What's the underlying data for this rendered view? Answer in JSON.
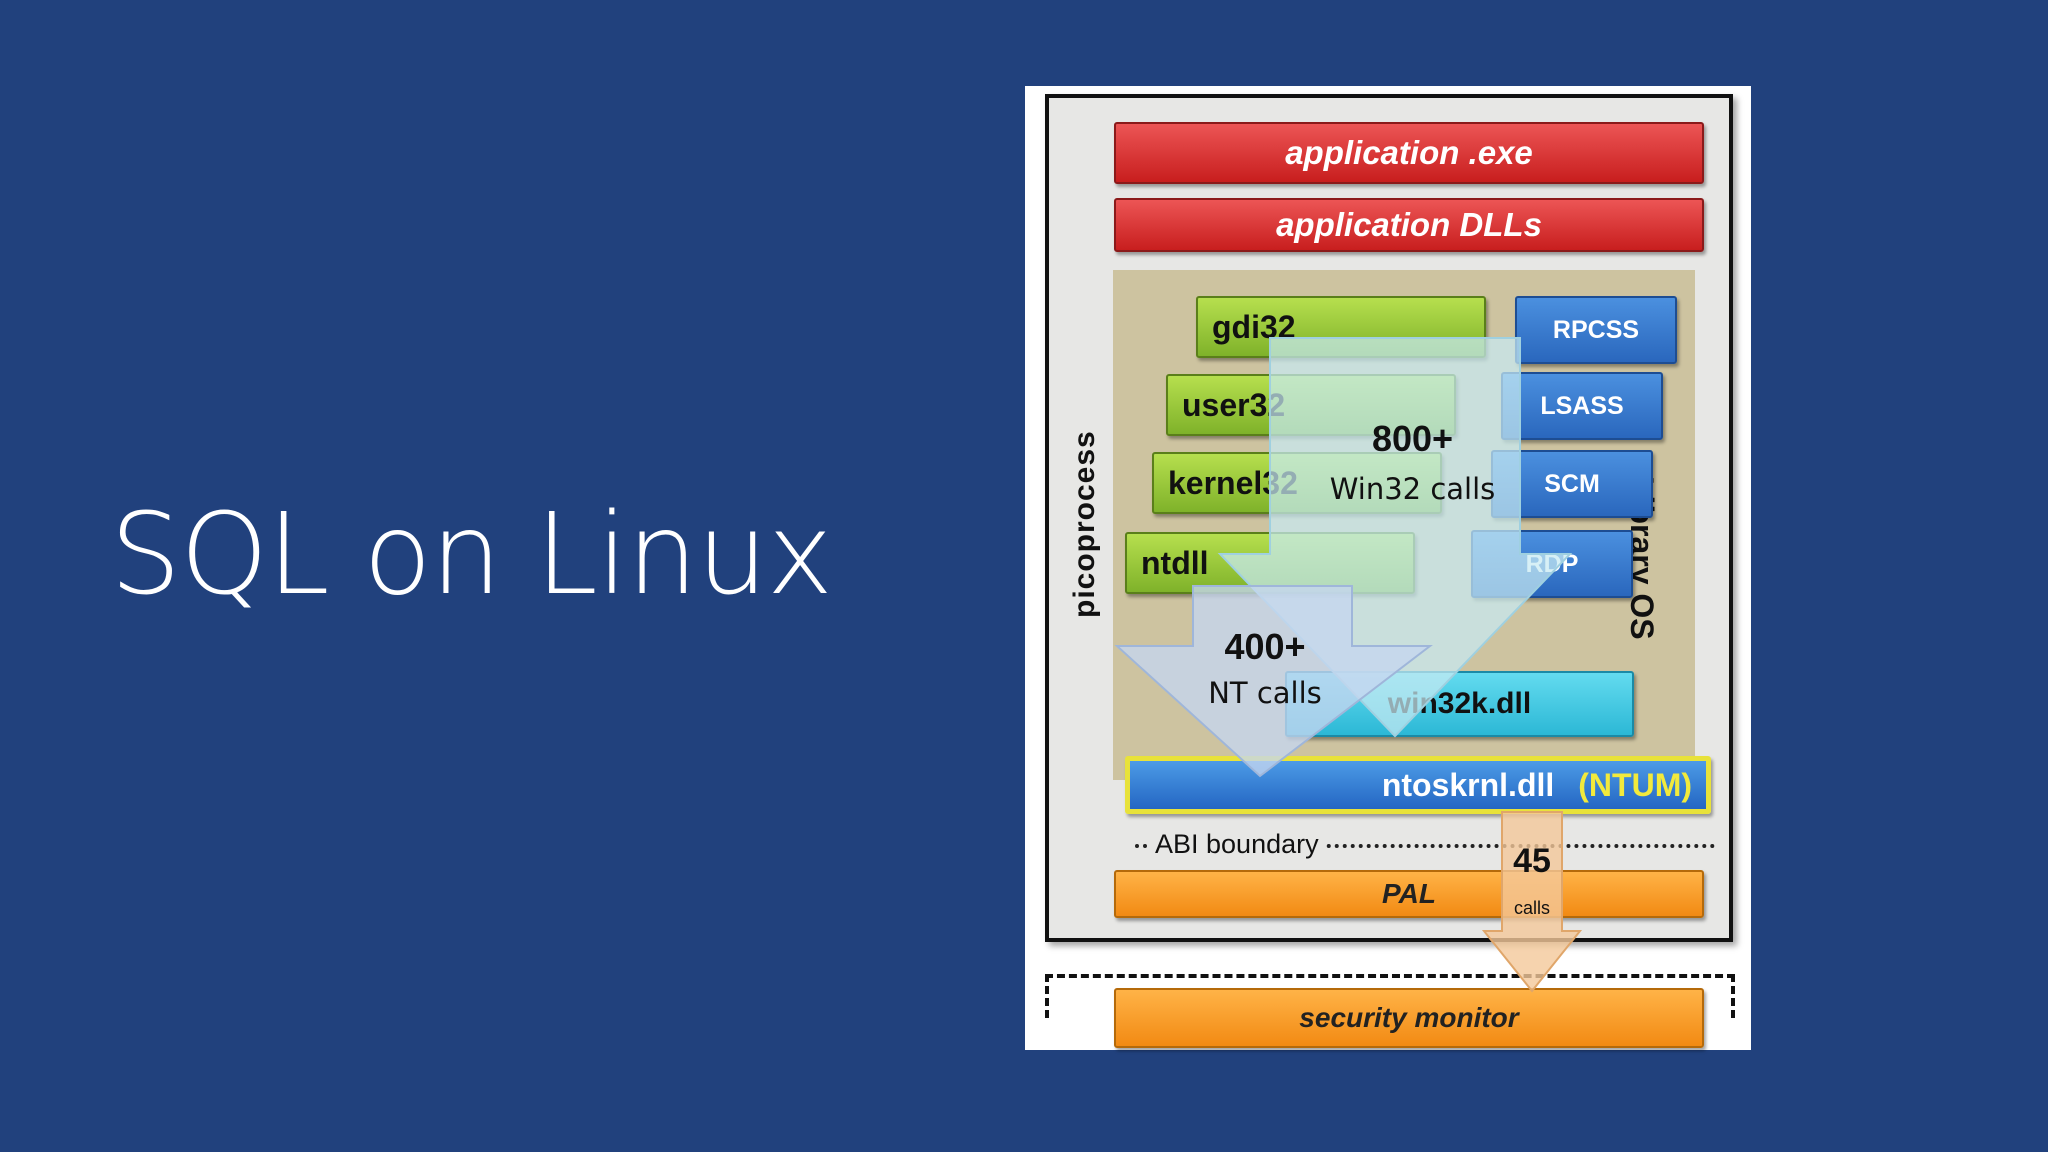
{
  "slide": {
    "title": "SQL on Linux",
    "background": "#21417d"
  },
  "diagram": {
    "app_exe": "application .exe",
    "app_dlls": "application DLLs",
    "picoprocess": "picoprocess",
    "library_os": "Library OS",
    "green_modules": [
      "gdi32",
      "user32",
      "kernel32",
      "ntdll"
    ],
    "services": [
      "RPCSS",
      "LSASS",
      "SCM",
      "RDP"
    ],
    "win32k": "win32k.dll",
    "ntoskrnl": "ntoskrnl.dll",
    "ntum": "(NTUM)",
    "abi": "ABI boundary",
    "pal": "PAL",
    "security_monitor": "security monitor",
    "win32_arrow": {
      "count": "800+",
      "label": "Win32 calls"
    },
    "nt_arrow": {
      "count": "400+",
      "label": "NT calls"
    },
    "pal_arrow": {
      "count": "45",
      "label": "calls"
    },
    "colors": {
      "red": "#d32f2f",
      "green": "#8cc63f",
      "blue": "#2f6fc8",
      "cyan": "#3cc6e0",
      "orange": "#f7941d",
      "tan": "#cdc3a0"
    }
  }
}
